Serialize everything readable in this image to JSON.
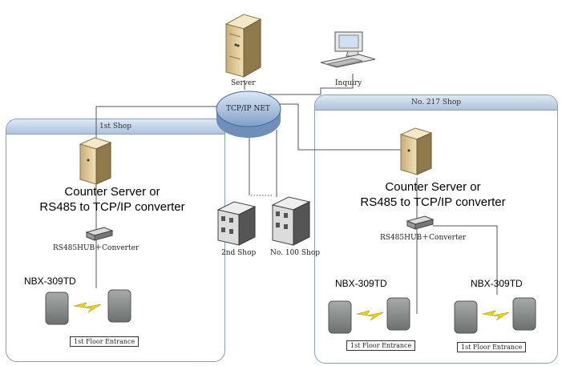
{
  "network": {
    "label": "TCP/IP NET"
  },
  "server": {
    "label": "Server"
  },
  "inquiry": {
    "label": "Inquiry"
  },
  "shop1": {
    "title": "1st Shop",
    "counter_line1": "Counter Server or",
    "counter_line2": "RS485 to TCP/IP converter",
    "hub_label": "RS485HUB＋Converter",
    "model": "NBX-309TD",
    "entrance": "1st Floor Entrance"
  },
  "shop217": {
    "title": "No. 217 Shop",
    "counter_line1": "Counter Server or",
    "counter_line2": "RS485 to TCP/IP converter",
    "hub_label": "RS485HUB＋Converter",
    "model_a": "NBX-309TD",
    "model_b": "NBX-309TD",
    "entrance_a": "1st Floor Entrance",
    "entrance_b": "1st Floor Entrance"
  },
  "shop2": {
    "label": "2nd Shop"
  },
  "shop100": {
    "label": "No. 100 Shop"
  },
  "colors": {
    "line": "#555555",
    "panel_border": "#8aa0b8",
    "bolt": "#f2d200",
    "net": "#b9d0ea"
  }
}
